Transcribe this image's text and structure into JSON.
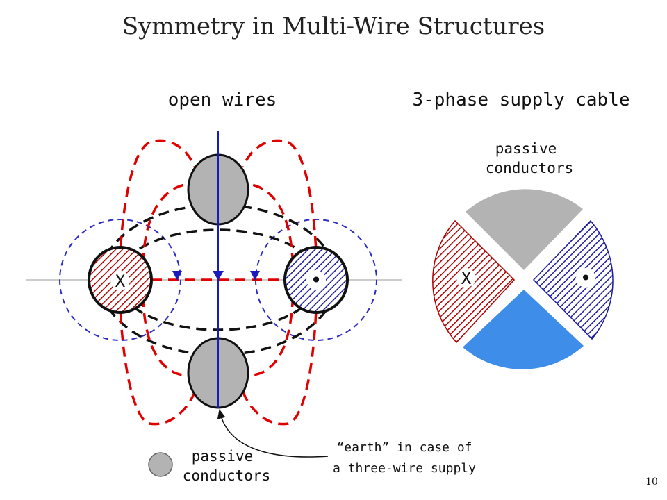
{
  "title": "Symmetry in Multi-Wire Structures",
  "left_heading": "open wires",
  "right_heading": "3-phase supply cable",
  "cable_label_line1": "passive",
  "cable_label_line2": "conductors",
  "legend_label_line1": "passive",
  "legend_label_line2": "conductors",
  "earth_note_line1": "“earth” in case of",
  "earth_note_line2": "a three-wire supply",
  "into_page_symbol": "X",
  "out_of_page_symbol": "•",
  "page_number": "10",
  "colors": {
    "passive_gray": "#b3b3b3",
    "red_conductor": "#b00000",
    "blue_conductor": "#1c1ca0",
    "cable_blue": "#3e8de8",
    "field_red": "#e00000",
    "field_blue": "#2b2bc6",
    "axis_blue": "#1a1abf"
  }
}
